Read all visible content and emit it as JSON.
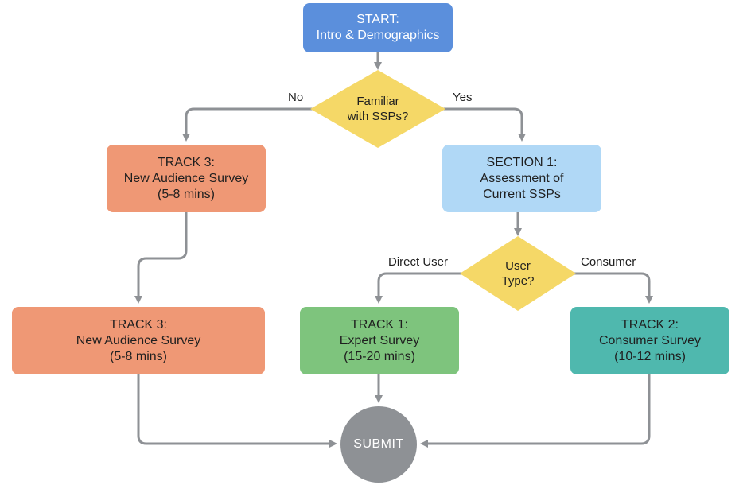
{
  "colors": {
    "start": "#5b8fdc",
    "decision": "#f5d867",
    "track3": "#ef9875",
    "section1": "#b0d8f6",
    "track1": "#7ec47d",
    "track2": "#4fb8ae",
    "submit": "#8e9195",
    "arrow": "#8e9195"
  },
  "nodes": {
    "start": {
      "line1": "START:",
      "line2": "Intro & Demographics"
    },
    "familiar": {
      "line1": "Familiar",
      "line2": "with SSPs?"
    },
    "track3_top": {
      "line1": "TRACK 3:",
      "line2": "New Audience Survey",
      "line3": "(5-8 mins)"
    },
    "section1": {
      "line1": "SECTION 1:",
      "line2": "Assessment of",
      "line3": "Current SSPs"
    },
    "user_type": {
      "line1": "User",
      "line2": "Type?"
    },
    "track3_bottom": {
      "line1": "TRACK 3:",
      "line2": "New Audience Survey",
      "line3": "(5-8 mins)"
    },
    "track1": {
      "line1": "TRACK 1:",
      "line2": "Expert Survey",
      "line3": "(15-20 mins)"
    },
    "track2": {
      "line1": "TRACK 2:",
      "line2": "Consumer Survey",
      "line3": "(10-12 mins)"
    },
    "submit": {
      "label": "SUBMIT"
    }
  },
  "edge_labels": {
    "no": "No",
    "yes": "Yes",
    "direct_user": "Direct User",
    "consumer": "Consumer"
  }
}
